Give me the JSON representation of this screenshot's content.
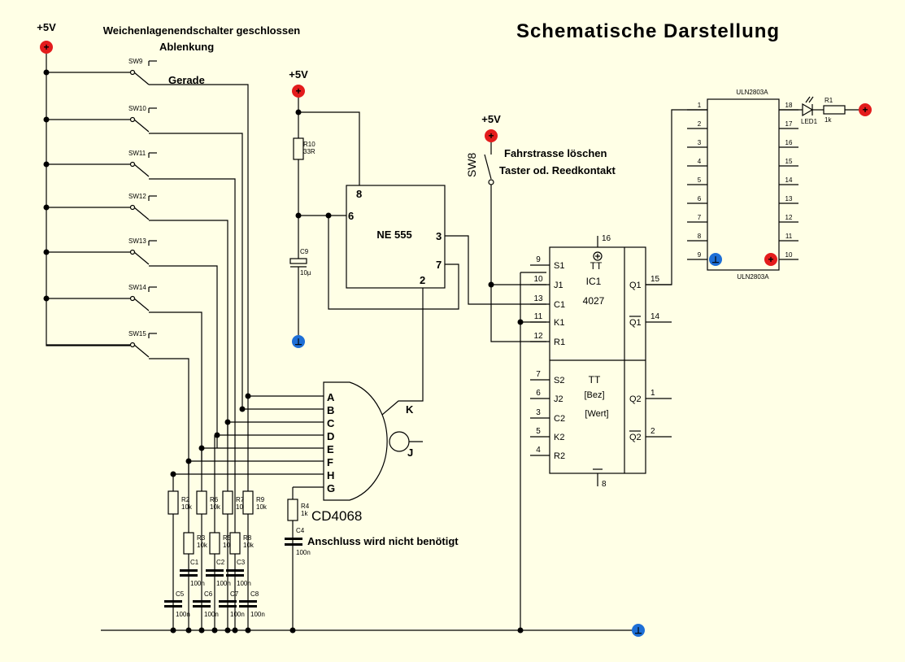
{
  "title": "Schematische Darstellung",
  "colors": {
    "background": "#ffffe6",
    "vcc": "#e31c1c",
    "gnd": "#1e6fd6",
    "wire": "#000000"
  },
  "rails": {
    "plus_label": "+5V"
  },
  "labels": {
    "switch_title": "Weichenlagenendschalter geschlossen",
    "ablenkung": "Ablenkung",
    "gerade": "Gerade",
    "fahrstrasse1": "Fahrstrasse löschen",
    "fahrstrasse2": "Taster od. Reedkontakt",
    "anschluss": "Anschluss wird nicht benötigt"
  },
  "switches": [
    "SW9",
    "SW10",
    "SW11",
    "SW12",
    "SW13",
    "SW14",
    "SW15"
  ],
  "sw8": {
    "label": "SW8"
  },
  "r10": {
    "name": "R10",
    "value": "33R"
  },
  "c9": {
    "name": "C9",
    "value": "10µ"
  },
  "ne555": {
    "name": "NE 555",
    "pins": [
      "8",
      "6",
      "3",
      "7",
      "2"
    ]
  },
  "cd4068": {
    "name": "CD4068",
    "inputs": [
      "A",
      "B",
      "C",
      "D",
      "E",
      "F",
      "H",
      "G"
    ],
    "out_k": "K",
    "out_j": "J"
  },
  "r4": {
    "name": "R4",
    "value": "1k"
  },
  "c4": {
    "name": "C4",
    "value": "100n"
  },
  "top_resistors": [
    {
      "name": "R2",
      "value": "10k"
    },
    {
      "name": "R6",
      "value": "10k"
    },
    {
      "name": "R7",
      "value": "10k"
    },
    {
      "name": "R9",
      "value": "10k"
    }
  ],
  "mid_resistors": [
    {
      "name": "R3",
      "value": "10k"
    },
    {
      "name": "R5",
      "value": "10k"
    },
    {
      "name": "R8",
      "value": "10k"
    }
  ],
  "mid_caps": [
    {
      "name": "C1",
      "value": "100n"
    },
    {
      "name": "C2",
      "value": "100n"
    },
    {
      "name": "C3",
      "value": "100n"
    }
  ],
  "bottom_caps": [
    {
      "name": "C5",
      "value": "100n"
    },
    {
      "name": "C6",
      "value": "100n"
    },
    {
      "name": "C7",
      "value": "100n"
    },
    {
      "name": "C8",
      "value": "100n"
    }
  ],
  "ic4027": {
    "top_pin": "16",
    "bottom_pin": "8",
    "tt1": "TT",
    "ic_name": "IC1",
    "ic_type": "4027",
    "tt2": "TT",
    "bez": "[Bez]",
    "wert": "[Wert]",
    "left_pins": [
      {
        "num": "9",
        "name": "S1"
      },
      {
        "num": "10",
        "name": "J1"
      },
      {
        "num": "13",
        "name": "C1"
      },
      {
        "num": "11",
        "name": "K1"
      },
      {
        "num": "12",
        "name": "R1"
      },
      {
        "num": "7",
        "name": "S2"
      },
      {
        "num": "6",
        "name": "J2"
      },
      {
        "num": "3",
        "name": "C2"
      },
      {
        "num": "5",
        "name": "K2"
      },
      {
        "num": "4",
        "name": "R2"
      }
    ],
    "right_pins": [
      {
        "num": "15",
        "name": "Q1"
      },
      {
        "num": "14",
        "name": "Q1"
      },
      {
        "num": "1",
        "name": "Q2"
      },
      {
        "num": "2",
        "name": "Q2"
      }
    ]
  },
  "uln": {
    "name_top": "ULN2803A",
    "name_bottom": "ULN2803A",
    "left_pins": [
      "1",
      "2",
      "3",
      "4",
      "5",
      "6",
      "7",
      "8",
      "9"
    ],
    "right_pins": [
      "18",
      "17",
      "16",
      "15",
      "14",
      "13",
      "12",
      "11",
      "10"
    ]
  },
  "led1": {
    "name": "LED1"
  },
  "r1": {
    "name": "R1",
    "value": "1k"
  }
}
